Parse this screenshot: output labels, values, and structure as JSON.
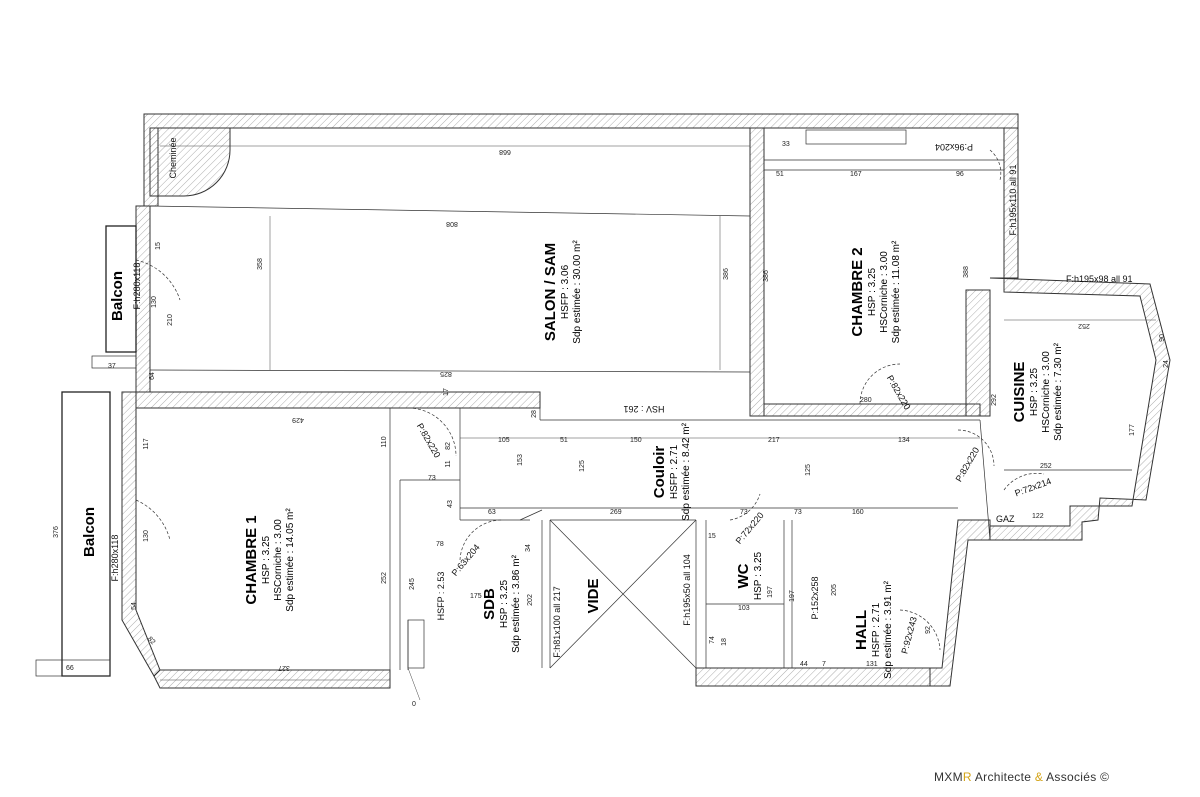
{
  "rooms": [
    {
      "name": "SALON / SAM",
      "hsp": "HSFP : 3.06",
      "sdp": "Sdp estimée : 30.00 m²"
    },
    {
      "name": "CHAMBRE 2",
      "hsp": "HSP : 3.25",
      "hsc": "HSCorniche : 3.00",
      "sdp": "Sdp estimée : 11.08 m²"
    },
    {
      "name": "CUISINE",
      "hsp": "HSP : 3.25",
      "hsc": "HSCorniche : 3.00",
      "sdp": "Sdp estimée : 7.30 m²"
    },
    {
      "name": "CHAMBRE 1",
      "hsp": "HSP : 3.25",
      "hsc": "HSCorniche : 3.00",
      "sdp": "Sdp estimée : 14.05 m²"
    },
    {
      "name": "Couloir",
      "hsp": "HSFP : 2.71",
      "sdp": "Sdp estimée : 8.42 m²"
    },
    {
      "name": "SDB",
      "hsp": "HSP : 3.25",
      "sdp": "Sdp estimée : 3.86 m²"
    },
    {
      "name": "WC",
      "hsp": "HSP : 3.25"
    },
    {
      "name": "HALL",
      "hsp": "HSFP : 2.71",
      "sdp": "Sdp estimée : 3.91 m²"
    }
  ],
  "labels": {
    "balcon_top": "Balcon",
    "balcon_bottom": "Balcon",
    "cheminee": "Cheminée",
    "vide": "VIDE",
    "gaz": "GAZ",
    "hsfp_sdb": "HSFP : 2.53",
    "hsv": "HSV : 261"
  },
  "openings": {
    "f_balcon_top": "F:h280x118",
    "f_balcon_bottom": "F:h280x118",
    "f_ch2": "F:h195x110 all 91",
    "f_cuisine": "F:h195x98 all 91",
    "f_vide": "F:h81x100 all 217",
    "f_wc": "F:h195x50 all 104",
    "p_ch2_top": "P:96x204",
    "p_ch2": "P:82x220",
    "p_ch1": "P:82x220",
    "p_cuisine": "P:82x220",
    "p_cuisine2": "P:72x214",
    "p_sdb": "P:63x204",
    "p_wc": "P:72x220",
    "p_hall": "P:152x258",
    "p_entry": "P:92x243"
  },
  "dims": {
    "d668": "668",
    "d808": "808",
    "d358": "358",
    "d386a": "386",
    "d386b": "386",
    "d388": "388",
    "d33": "33",
    "d51": "51",
    "d167": "167",
    "d96": "96",
    "d252a": "252",
    "d90": "90",
    "d24": "24",
    "d292": "292",
    "d177": "177",
    "d252b": "252",
    "d122": "122",
    "d280": "280",
    "d825": "825",
    "d17": "17",
    "d64": "64",
    "d15": "15",
    "d130a": "130",
    "d210": "210",
    "d37": "37",
    "d429": "429",
    "d110": "110",
    "d117": "117",
    "d376": "376",
    "d130b": "130",
    "d54": "54",
    "d82": "82",
    "d66": "66",
    "d327": "327",
    "d252c": "252",
    "d28": "28",
    "d105": "105",
    "d51b": "51",
    "d150": "150",
    "d217": "217",
    "d134": "134",
    "d153": "153",
    "d125a": "125",
    "d125b": "125",
    "d11": "11",
    "d73a": "73",
    "d43": "43",
    "d63": "63",
    "d269": "269",
    "d73b": "73",
    "d73c": "73",
    "d160": "160",
    "d15b": "15",
    "d78": "78",
    "d245": "245",
    "d175": "175",
    "d34": "34",
    "d202": "202",
    "d197a": "197",
    "d103": "103",
    "d74": "74",
    "d18": "18",
    "d197b": "197",
    "d205": "205",
    "d44": "44",
    "d7": "7",
    "d131": "131",
    "d92": "92",
    "d0": "0",
    "d82b": "82"
  },
  "brand": {
    "part1": "MXM",
    "part2": "R",
    "part3": " Architecte ",
    "part4": "&",
    "part5": " Associés ©"
  }
}
